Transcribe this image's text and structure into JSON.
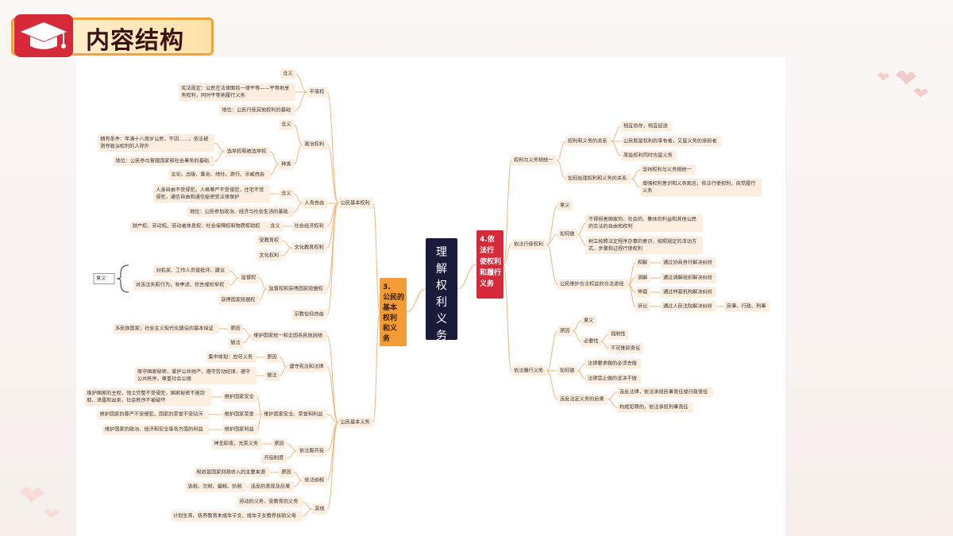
{
  "header": {
    "title": "内容结构"
  },
  "center": {
    "label": "理解权利义务"
  },
  "left_root": {
    "label": "3.公民的基本权利和义务"
  },
  "right_root": {
    "label": "4.依法行使权利和履行义务"
  },
  "left_tree": [
    {
      "label": "公民基本权利",
      "children": [
        {
          "label": "平等权",
          "children": [
            {
              "label": "含义"
            },
            {
              "label": "宪法规定：公民在法律面前一律平等——平等地享有权利，同时平等地履行义务"
            },
            {
              "label": "地位：公民行使其他权利的基础"
            }
          ]
        },
        {
          "label": "政治权利",
          "children": [
            {
              "label": "含义"
            },
            {
              "label": "种类",
              "children": [
                {
                  "label": "选举权和被选举权",
                  "children": [
                    {
                      "label": "拥有条件：年满十八周岁公民，不因……，依法被剥夺政治权利的人除外"
                    },
                    {
                      "label": "地位：公民参与管理国家和社会事务的基础"
                    }
                  ]
                },
                {
                  "label": "言论、出版、集会、结社、游行、示威自由"
                }
              ]
            }
          ]
        },
        {
          "label": "人身自由",
          "children": [
            {
              "label": "含义",
              "children": [
                {
                  "label": "人身自由不受侵犯，人格尊严不受侵犯，住宅不受侵犯，通信自由和通信秘密受法律保护"
                }
              ]
            },
            {
              "label": "地位：公民参加政治、经济与社会生活的基础"
            }
          ]
        },
        {
          "label": "社会经济权利",
          "children": [
            {
              "label": "含义",
              "children": [
                {
                  "label": "财产权、劳动权、劳动者休息权、社会保障权和物质帮助权"
                }
              ]
            }
          ]
        },
        {
          "label": "文化教育权利",
          "children": [
            {
              "label": "受教育权"
            },
            {
              "label": "文化权利"
            }
          ]
        },
        {
          "label": "监督权和获得国家赔偿权",
          "children": [
            {
              "label": "监督权",
              "children": [
                {
                  "label": "对机关、工作人员提批评、建议"
                },
                {
                  "label": "对违法失职行为，有申述、控告或检举权"
                }
              ]
            },
            {
              "label": "获得国家赔偿权"
            }
          ]
        },
        {
          "label": "宗教信仰自由"
        }
      ]
    },
    {
      "label": "公民基本义务",
      "children": [
        {
          "label": "维护国家统一和全国各民族团结",
          "children": [
            {
              "label": "原因",
              "children": [
                {
                  "label": "多民族国家；社会主义现代化建设的基本保证"
                }
              ]
            },
            {
              "label": "做法"
            }
          ]
        },
        {
          "label": "遵守宪法和法律",
          "children": [
            {
              "label": "原因",
              "children": [
                {
                  "label": "集中体现：应尽义务"
                }
              ]
            },
            {
              "label": "做法",
              "children": [
                {
                  "label": "保守国家秘密，爱护公共财产，遵守劳动纪律，遵守公共秩序，尊重社会公德"
                }
              ]
            }
          ]
        },
        {
          "label": "维护国家安全、荣誉和利益",
          "children": [
            {
              "label": "维护国家安全",
              "children": [
                {
                  "label": "维护国家的主权，领土完整不受侵犯，国家秘密不被窃取、泄露和出卖，社会秩序不被破坏"
                }
              ]
            },
            {
              "label": "维护国家荣誉",
              "children": [
                {
                  "label": "维护国家的尊严不受侵犯，国家的荣誉不受玷污"
                }
              ]
            },
            {
              "label": "维护国家利益",
              "children": [
                {
                  "label": "维护国家的政治、经济和安全等各方面的利益"
                }
              ]
            }
          ]
        },
        {
          "label": "依法服兵役",
          "children": [
            {
              "label": "原因",
              "children": [
                {
                  "label": "神圣职责，光荣义务"
                }
              ]
            },
            {
              "label": "兵役制度"
            }
          ]
        },
        {
          "label": "依法纳税",
          "children": [
            {
              "label": "原因",
              "children": [
                {
                  "label": "税收是国家财政收入的主要来源"
                }
              ]
            },
            {
              "label": "违反的表现及后果",
              "children": [
                {
                  "label": "逃税、欠税、骗税、抗税"
                }
              ]
            }
          ]
        },
        {
          "label": "其他",
          "children": [
            {
              "label": "劳动的义务、受教育的义务"
            },
            {
              "label": "计划生育、抚养教育未成年子女、成年子女赡养扶助父母"
            }
          ]
        }
      ]
    }
  ],
  "right_tree": [
    {
      "label": "权利与义务相统一",
      "children": [
        {
          "label": "权利和义务的关系",
          "children": [
            {
              "label": "相互依存，相互促进"
            },
            {
              "label": "公民既是权利的享有者，又是义务的承担者"
            },
            {
              "label": "某些权利同时也是义务"
            }
          ]
        },
        {
          "label": "如何处理权利和义务的关系",
          "children": [
            {
              "label": "坚持权利与义务相统一"
            },
            {
              "label": "增强权利意识和义务观念，依法行使权利，自觉履行义务"
            }
          ]
        }
      ]
    },
    {
      "label": "依法行使权利",
      "children": [
        {
          "label": "意义"
        },
        {
          "label": "如何做",
          "children": [
            {
              "label": "不得损害国家的、社会的、集体的利益和其他公民的合法的自由和权利"
            },
            {
              "label": "树立按照法定程序办事的意识，按照规定的活动方式、步骤和过程行使权利"
            }
          ]
        },
        {
          "label": "公民维护合法权益的合法途径",
          "children": [
            {
              "label": "和解",
              "children": [
                {
                  "label": "通过协商自行解决纠纷"
                }
              ]
            },
            {
              "label": "调解",
              "children": [
                {
                  "label": "通过调解组织解决纠纷"
                }
              ]
            },
            {
              "label": "仲裁",
              "children": [
                {
                  "label": "通过仲裁机构解决纠纷"
                }
              ]
            },
            {
              "label": "诉讼",
              "children": [
                {
                  "label": "通过人民法院解决纠纷",
                  "children": [
                    {
                      "label": "民事、行政、刑事"
                    }
                  ]
                }
              ]
            }
          ]
        }
      ]
    },
    {
      "label": "依法履行义务",
      "children": [
        {
          "label": "原因",
          "children": [
            {
              "label": "意义"
            },
            {
              "label": "必要性",
              "children": [
                {
                  "label": "强制性"
                },
                {
                  "label": "不可推卸责任"
                }
              ]
            }
          ]
        },
        {
          "label": "如何做",
          "children": [
            {
              "label": "法律要求做的必须去做"
            },
            {
              "label": "法律禁止做的坚决不做"
            }
          ]
        },
        {
          "label": "违反法定义务的后果",
          "children": [
            {
              "label": "违反法律，依法承担民事责任或行政责任"
            },
            {
              "label": "构成犯罪的，依法承担刑事责任"
            }
          ]
        }
      ]
    }
  ],
  "side_note": {
    "label": "意义"
  },
  "colors": {
    "accent": "#f39c35",
    "center": "#1a1a3a",
    "branch": "#f6c089",
    "box": "#fdeee0",
    "brand": "#d6293a"
  }
}
